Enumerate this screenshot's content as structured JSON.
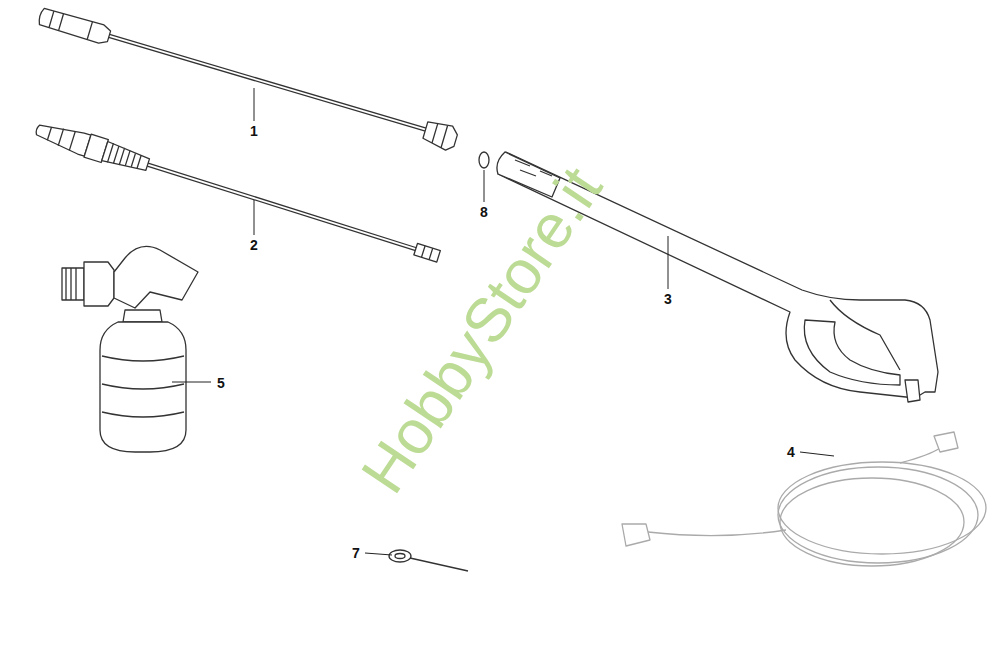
{
  "diagram": {
    "labels": [
      "1",
      "8",
      "2",
      "3",
      "5",
      "4",
      "7",
      "HobbyStore.it"
    ]
  }
}
